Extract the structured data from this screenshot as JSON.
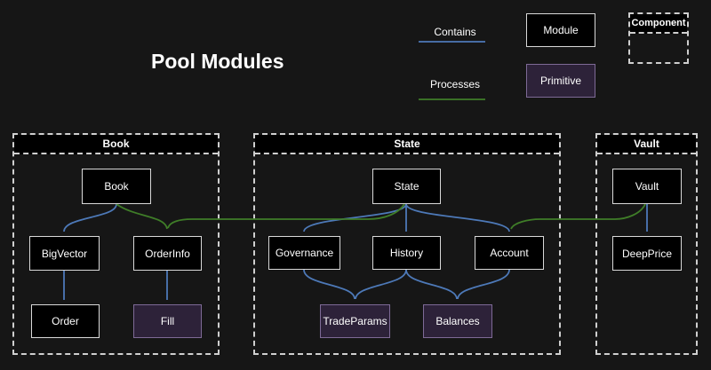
{
  "title": "Pool Modules",
  "legend": {
    "contains_label": "Contains",
    "processes_label": "Processes",
    "module_label": "Module",
    "primitive_label": "Primitive",
    "component_label": "Component"
  },
  "colors": {
    "background": "#161616",
    "node_fill": "#000000",
    "node_border": "#d9d9d9",
    "primitive_fill": "#2d2239",
    "primitive_border": "#7e6a96",
    "container_border": "#cfcfcf",
    "contains_edge": "#4d79b8",
    "processes_edge": "#3f7d28",
    "text": "#ffffff"
  },
  "diagram": {
    "containers": [
      {
        "title": "Book",
        "nodes": [
          {
            "label": "Book",
            "kind": "module"
          },
          {
            "label": "BigVector",
            "kind": "module"
          },
          {
            "label": "OrderInfo",
            "kind": "module"
          },
          {
            "label": "Order",
            "kind": "module"
          },
          {
            "label": "Fill",
            "kind": "primitive"
          }
        ]
      },
      {
        "title": "State",
        "nodes": [
          {
            "label": "State",
            "kind": "module"
          },
          {
            "label": "Governance",
            "kind": "module"
          },
          {
            "label": "History",
            "kind": "module"
          },
          {
            "label": "Account",
            "kind": "module"
          },
          {
            "label": "TradeParams",
            "kind": "primitive"
          },
          {
            "label": "Balances",
            "kind": "primitive"
          }
        ]
      },
      {
        "title": "Vault",
        "nodes": [
          {
            "label": "Vault",
            "kind": "module"
          },
          {
            "label": "DeepPrice",
            "kind": "module"
          }
        ]
      }
    ],
    "edges": [
      {
        "from": "Book",
        "to": "BigVector",
        "type": "contains"
      },
      {
        "from": "BigVector",
        "to": "Order",
        "type": "contains"
      },
      {
        "from": "OrderInfo",
        "to": "Fill",
        "type": "contains"
      },
      {
        "from": "State",
        "to": "Governance",
        "type": "contains"
      },
      {
        "from": "State",
        "to": "History",
        "type": "contains"
      },
      {
        "from": "State",
        "to": "Account",
        "type": "contains"
      },
      {
        "from": "Governance",
        "to": "TradeParams",
        "type": "contains"
      },
      {
        "from": "History",
        "to": "TradeParams",
        "type": "contains"
      },
      {
        "from": "History",
        "to": "Balances",
        "type": "contains"
      },
      {
        "from": "Account",
        "to": "Balances",
        "type": "contains"
      },
      {
        "from": "Vault",
        "to": "DeepPrice",
        "type": "contains"
      },
      {
        "from": "Book",
        "to": "OrderInfo",
        "type": "processes"
      },
      {
        "from": "State",
        "to": "OrderInfo",
        "type": "processes"
      },
      {
        "from": "Vault",
        "to": "Account",
        "type": "processes"
      }
    ]
  }
}
